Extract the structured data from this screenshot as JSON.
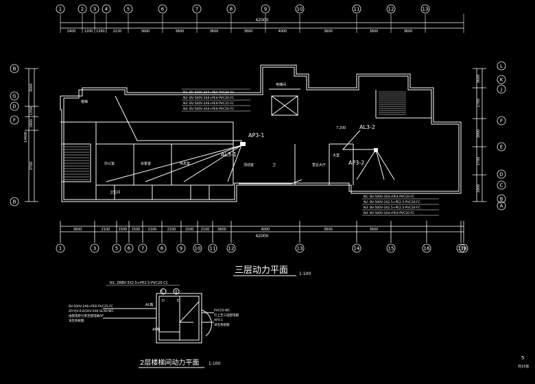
{
  "top_axes": [
    "1",
    "2",
    "3",
    "4",
    "5",
    "6",
    "7",
    "8",
    "9",
    "10",
    "11",
    "12",
    "13"
  ],
  "bottom_axes": [
    "1",
    "3",
    "5",
    "6",
    "7",
    "8",
    "9",
    "10",
    "11",
    "12",
    "13",
    "14",
    "15",
    "16",
    "17",
    "18"
  ],
  "top_dims": [
    "2400",
    "1200",
    "1260",
    "2220",
    "3600",
    "3600",
    "3600",
    "3600",
    "4000",
    "3600",
    "3600",
    "3600"
  ],
  "bottom_dims": [
    "3600",
    "2100",
    "1500",
    "1500",
    "2100",
    "2100",
    "1500",
    "2100",
    "3600",
    "4000",
    "3600",
    "3600"
  ],
  "overall_dim": "42000",
  "left_axes": [
    "B",
    "G",
    "D",
    "F",
    "B"
  ],
  "left_dims": [
    "3000",
    "1350",
    "1800",
    "3700"
  ],
  "left_total": "14400",
  "right_axes": [
    "L",
    "K",
    "J",
    "F",
    "E",
    "D",
    "C",
    "B",
    "A"
  ],
  "right_dims": [
    "3600",
    "2700",
    "3000",
    "2700",
    "1800"
  ],
  "panel_labels": [
    "AP3-1",
    "AL3-1",
    "AL3-2",
    "AP3-2"
  ],
  "room_labels": [
    "电梯间",
    "楼梯",
    "办公室",
    "会客室",
    "休息室",
    "卫生间",
    "活动室",
    "大堂",
    "营业大厅",
    "卫"
  ],
  "circuit_labels_top": [
    "N1: BV-500V-3X4+PE4-PVC20-FC",
    "N2: BV-500V-3X4+PE4-PVC20-FC",
    "N3: BV-500V-2X6+PE6-PVC25-FC",
    "N4: BV-500V-3X4+PE4-PVC20-FC"
  ],
  "circuit_labels_right": [
    "N1: BV-500V-3X4+PE4-PVC20-FC",
    "N2: BV-500V-3X2.5+PE2.5-PVC20-FC",
    "N3: BV-500V-3X2.5+PE2.5-PVC20-FC",
    "N4: BV-500V-3X4+PE4-PVC20-FC"
  ],
  "level_mark": "7.200",
  "main_title": "三层动力平面",
  "main_scale": "1:100",
  "sub_title": "2层楼梯间动力平面",
  "sub_scale": "1:100",
  "sub_circuit": "N1: ZRBV-3X2.5+PE2.5-PVC20-CC",
  "sub_notes_left": [
    "BV-500V-2X6+PE6-PVC25-FC",
    "ZR-YJV-0.6/1KV-5X6-SC40-WC",
    "由配电柜引来至配电箱AP",
    "详见系统图"
  ],
  "sub_notes_right": [
    "PVC25-WC",
    "引上至三层配电箱",
    "AP3-1",
    "详见系统图"
  ],
  "sub_labels": [
    "AL箱",
    "AP箱",
    "E",
    "D",
    "5",
    "6"
  ],
  "sheet_no": "5",
  "sheet_total": "共15张"
}
